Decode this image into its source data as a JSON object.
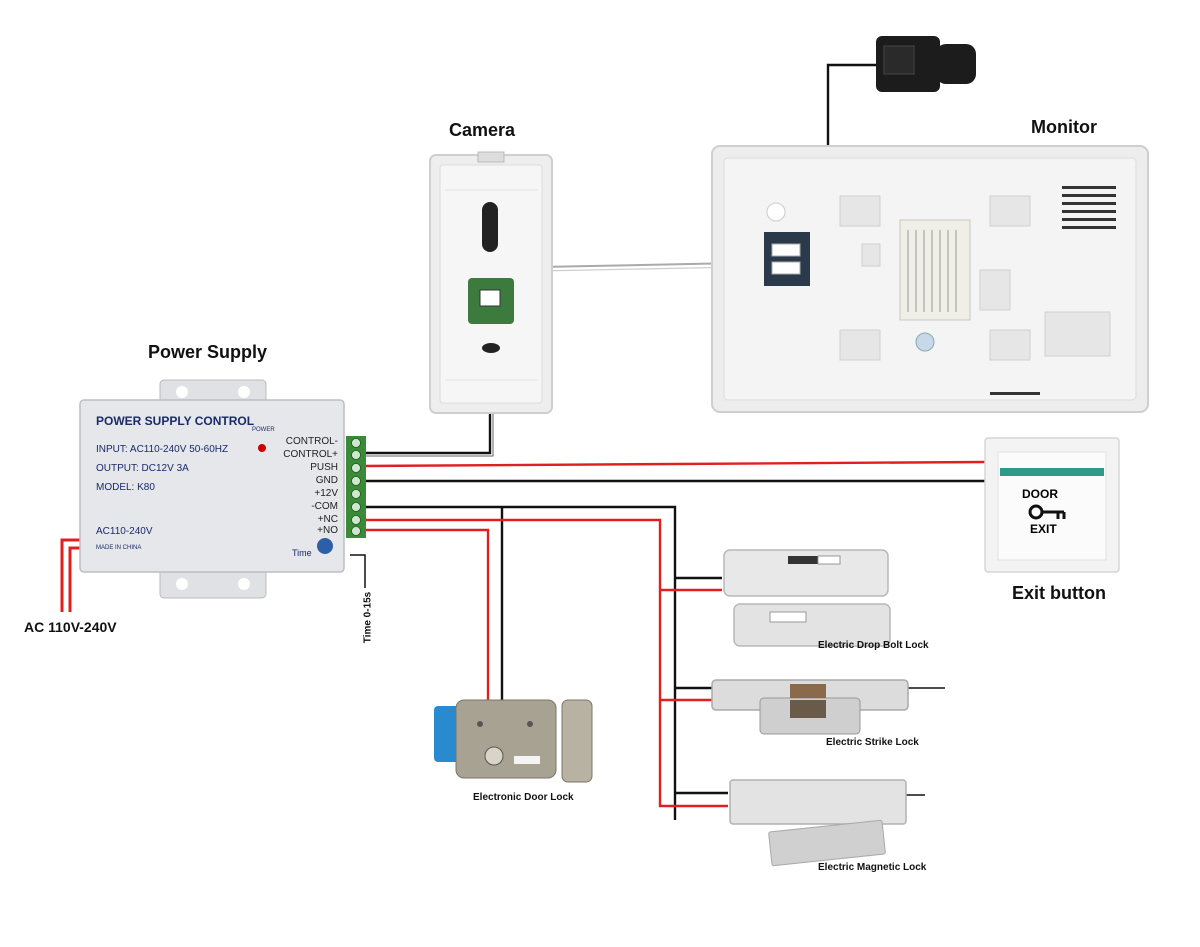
{
  "labels": {
    "camera": "Camera",
    "monitor": "Monitor",
    "power_supply": "Power Supply",
    "ac_input": "AC 110V-240V",
    "time_range": "Time 0-15s",
    "exit_button": "Exit button",
    "electronic_door_lock": "Electronic Door Lock",
    "drop_bolt_lock": "Electric Drop Bolt Lock",
    "strike_lock": "Electric Strike Lock",
    "magnetic_lock": "Electric Magnetic Lock"
  },
  "power_supply": {
    "brand_title": "POWER SUPPLY CONTROL",
    "input": "INPUT: AC110-240V  50-60HZ",
    "output": "OUTPUT: DC12V  3A",
    "model": "MODEL:  K80",
    "ac_label": "AC110-240V",
    "made_in": "MADE IN CHINA",
    "power_led": "POWER",
    "time_knob": "Time",
    "terminals": [
      "CONTROL-",
      "CONTROL+",
      "PUSH",
      "GND",
      "+12V",
      "-COM",
      "+NC",
      "+NO"
    ]
  },
  "exit_button": {
    "line1": "DOOR",
    "line2": "EXIT"
  },
  "colors": {
    "red_wire": "#e02020",
    "black_wire": "#111111",
    "terminal_green": "#3a8a3a",
    "psu_body": "#e6e7ea",
    "psu_text": "#1a2a6a",
    "exit_green": "#2f9a8a"
  }
}
